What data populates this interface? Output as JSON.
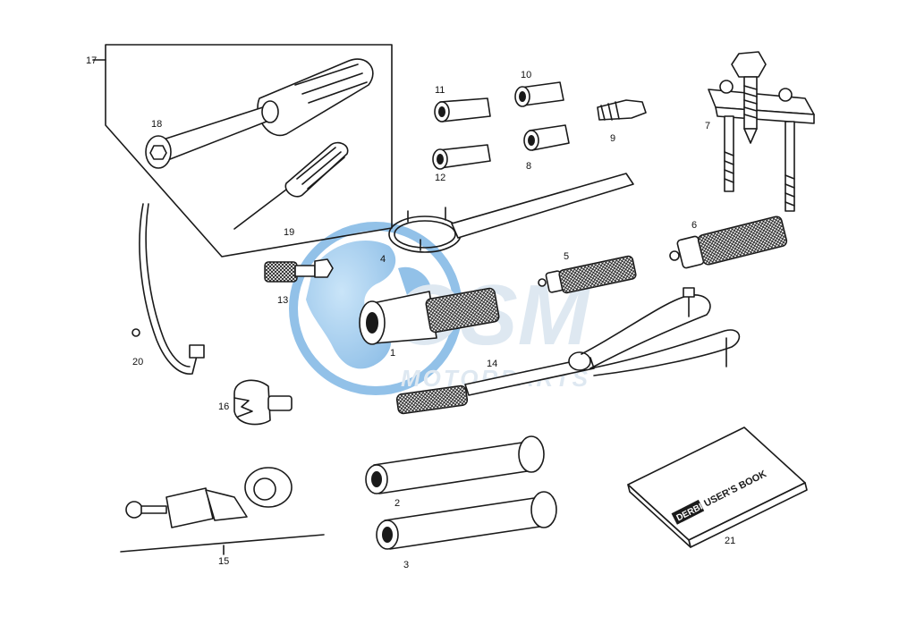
{
  "watermark": {
    "logo_text": "OSM",
    "tagline": "MOTORPARTS",
    "globe_color": "#3a8fd6",
    "letter_color": "#c4d6e6"
  },
  "manual": {
    "brand": "DERBI",
    "title": "USER'S BOOK"
  },
  "callouts": {
    "c1": "1",
    "c2": "2",
    "c3": "3",
    "c4": "4",
    "c5": "5",
    "c6": "6",
    "c7": "7",
    "c8": "8",
    "c9": "9",
    "c10": "10",
    "c11": "11",
    "c12": "12",
    "c13": "13",
    "c14": "14",
    "c15": "15",
    "c16": "16",
    "c17": "17",
    "c18": "18",
    "c19": "19",
    "c20": "20",
    "c21": "21"
  }
}
